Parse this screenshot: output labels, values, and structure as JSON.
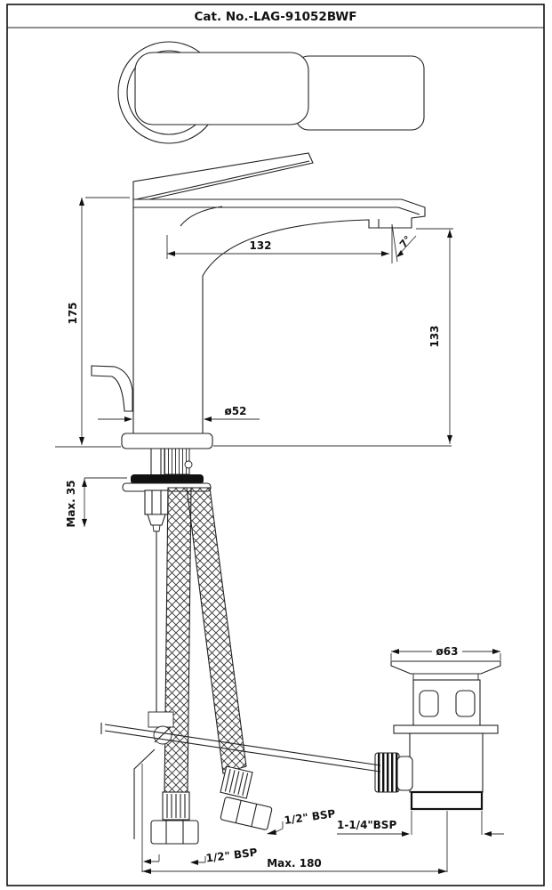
{
  "title": "Cat. No.-LAG-91052BWF",
  "colors": {
    "line": "#222222",
    "background": "#ffffff",
    "gasket": "#111111"
  },
  "dims": {
    "spout_reach": "132",
    "spout_angle": "7°",
    "total_height": "175",
    "spout_height": "133",
    "body_diameter": "ø52",
    "max_deck_thickness": "Max. 35",
    "waste_flange_diameter": "ø63",
    "left_hose_thread": "1/2\" BSP",
    "right_hose_thread": "1/2\" BSP",
    "waste_outlet_thread": "1-1/4\"BSP",
    "max_installation_reach": "Max. 180"
  }
}
